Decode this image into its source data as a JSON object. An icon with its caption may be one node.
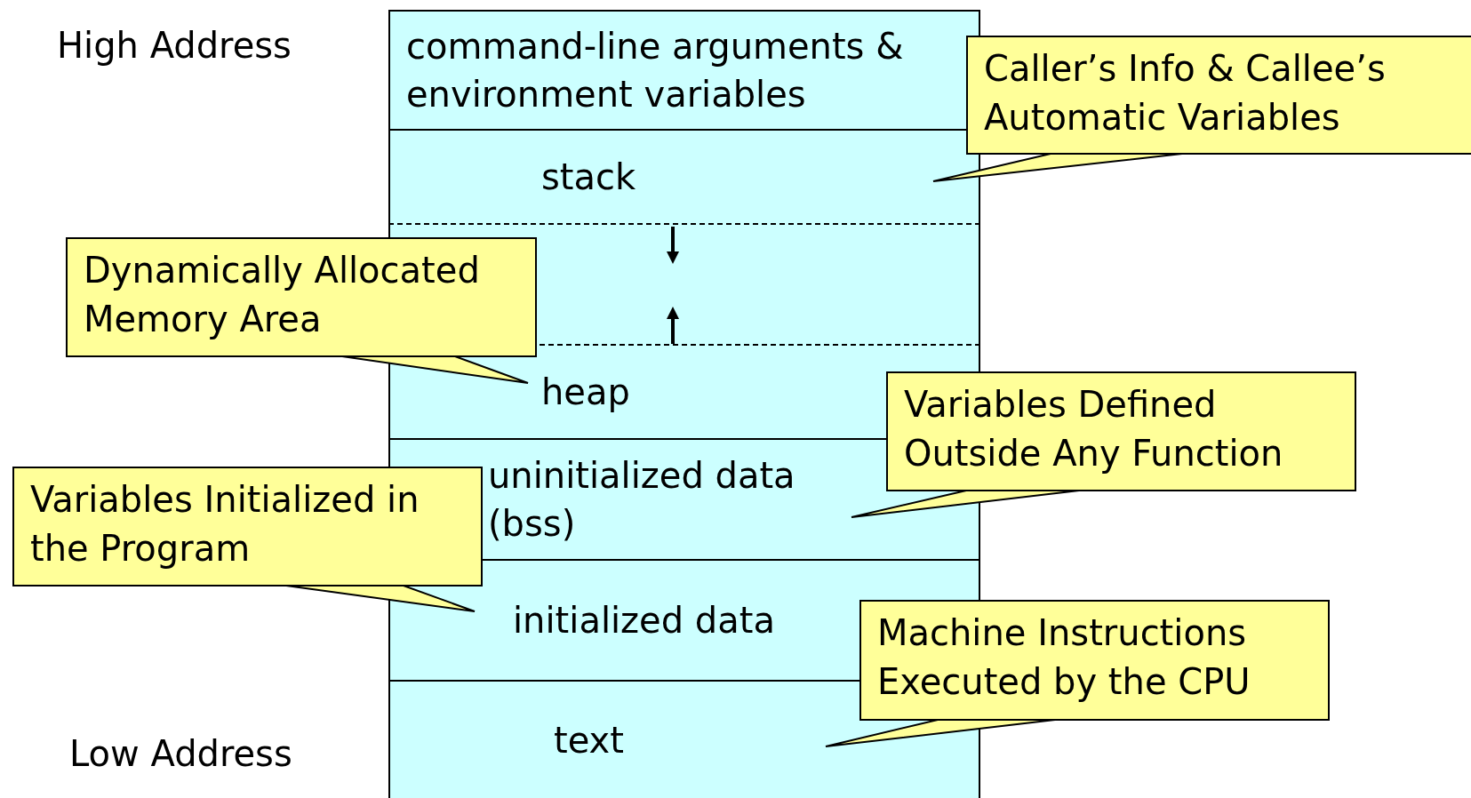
{
  "diagram": {
    "nodes": [
      {
        "text": [
          "command-line arguments & environment variables"
        ]
      },
      {
        "text": [
          "stack"
        ]
      },
      {
        "text": [],
        "shape": "box"
      },
      {
        "text": [
          "heap"
        ]
      },
      {
        "text": [
          "uninitialized data (bss)"
        ]
      },
      {
        "text": [
          "initialized data"
        ]
      },
      {
        "text": [
          "text"
        ]
      },
      {
        "text": [
          "Caller’s Info & Callee’s Automatic Variables"
        ]
      },
      {
        "text": [
          "Dynamically Allocated Memory Area"
        ]
      },
      {
        "text": [
          "Variables Defined Outside Any Function"
        ]
      },
      {
        "text": [
          "Variables Initialized in the Program"
        ]
      },
      {
        "text": [
          "Machine Instructions Executed by the CPU"
        ]
      }
    ],
    "edges": [
      {
        "from": 7,
        "to": 1,
        "arrow": "none"
      },
      {
        "from": 8,
        "to": 3,
        "arrow": "none"
      },
      {
        "from": 9,
        "to": 4,
        "arrow": "none"
      },
      {
        "from": 10,
        "to": 5,
        "arrow": "none"
      },
      {
        "from": 11,
        "to": 6,
        "arrow": "none"
      }
    ],
    "labels": [
      "High Address",
      "Low Address"
    ]
  }
}
